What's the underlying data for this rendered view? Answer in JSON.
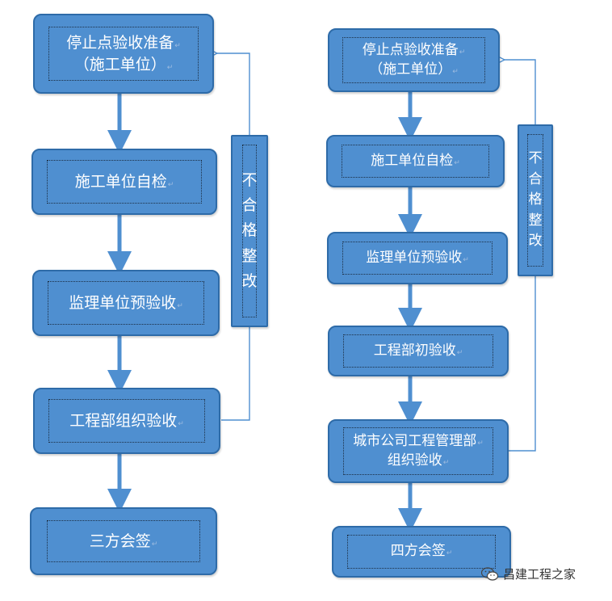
{
  "left_flow": {
    "step1_line1": "停止点验收准备",
    "step1_line2": "（施工单位）",
    "step2": "施工单位自检",
    "step3": "监理单位预验收",
    "step4": "工程部组织验收",
    "step5": "三方会签",
    "rework_chars": [
      "不",
      "合",
      "格",
      "整",
      "改"
    ]
  },
  "right_flow": {
    "step1_line1": "停止点验收准备",
    "step1_line2": "（施工单位）",
    "step2": "施工单位自检",
    "step3": "监理单位预验收",
    "step4": "工程部初验收",
    "step5_line1": "城市公司工程管理部",
    "step5_line2": "组织验收",
    "step6": "四方会签",
    "rework_chars": [
      "不",
      "合",
      "格",
      "整",
      "改"
    ]
  },
  "watermark": {
    "text": "昌建工程之家",
    "icon": "wechat-icon"
  },
  "colors": {
    "box_fill": "#4f8fd0",
    "box_border": "#2e6ba8",
    "arrow": "#4f8fd0",
    "text": "#ffffff"
  }
}
